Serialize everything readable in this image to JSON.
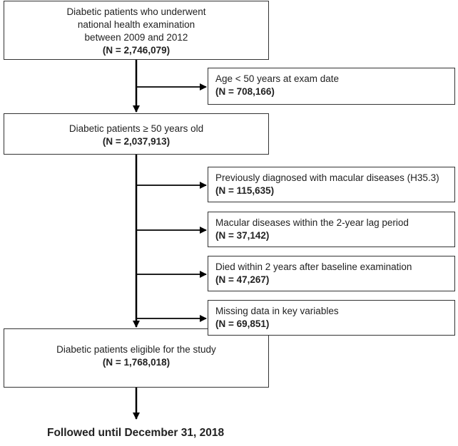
{
  "main_boxes": [
    {
      "lines": [
        "Diabetic patients who underwent",
        "national health examination",
        "between 2009 and 2012"
      ],
      "n": "(N = 2,746,079)"
    },
    {
      "lines": [
        "Diabetic patients ≥ 50 years old"
      ],
      "n": "(N = 2,037,913)"
    },
    {
      "lines": [
        "Diabetic patients eligible for the study"
      ],
      "n": "(N = 1,768,018)"
    }
  ],
  "exclusions": [
    {
      "text": "Age < 50 years at exam date",
      "n": "(N = 708,166)"
    },
    {
      "text": "Previously diagnosed with macular diseases (H35.3)",
      "n": "(N = 115,635)"
    },
    {
      "text": "Macular diseases within the 2-year lag period",
      "n": "(N = 37,142)"
    },
    {
      "text": "Died within 2 years after baseline examination",
      "n": "(N = 47,267)"
    },
    {
      "text": "Missing data in key variables",
      "n": "(N = 69,851)"
    }
  ],
  "footer": "Followed until December 31, 2018"
}
